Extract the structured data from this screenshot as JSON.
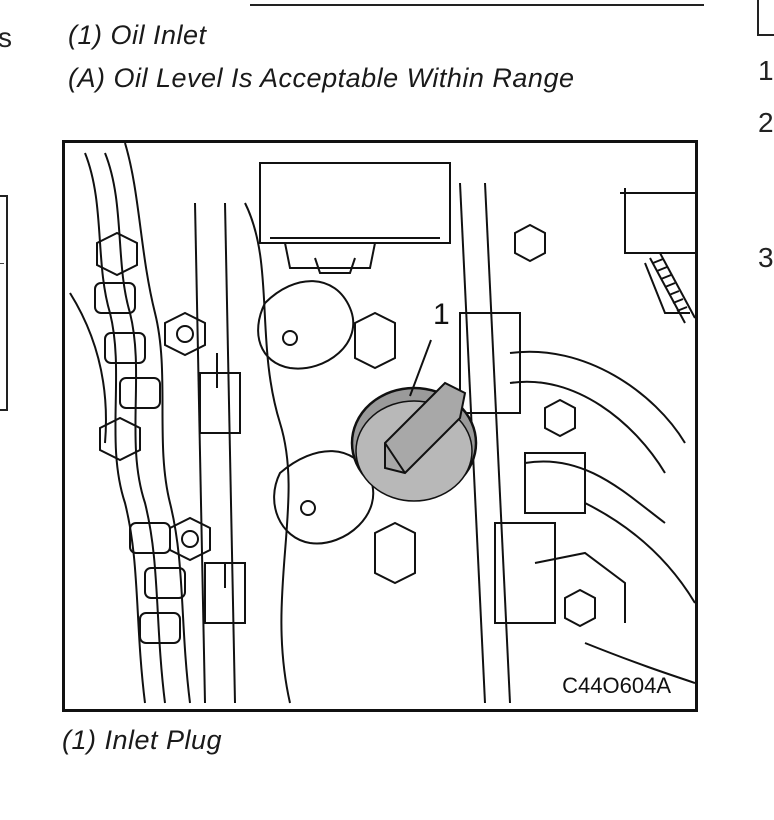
{
  "captions": {
    "oil_inlet": "(1)  Oil Inlet",
    "oil_level": "(A)  Oil Level Is Acceptable Within Range",
    "inlet_plug": "(1)  Inlet Plug"
  },
  "left_fragment": "s",
  "right_steps": [
    "1",
    "2",
    "3"
  ],
  "figure": {
    "callout": "1",
    "code": "C44O604A"
  }
}
